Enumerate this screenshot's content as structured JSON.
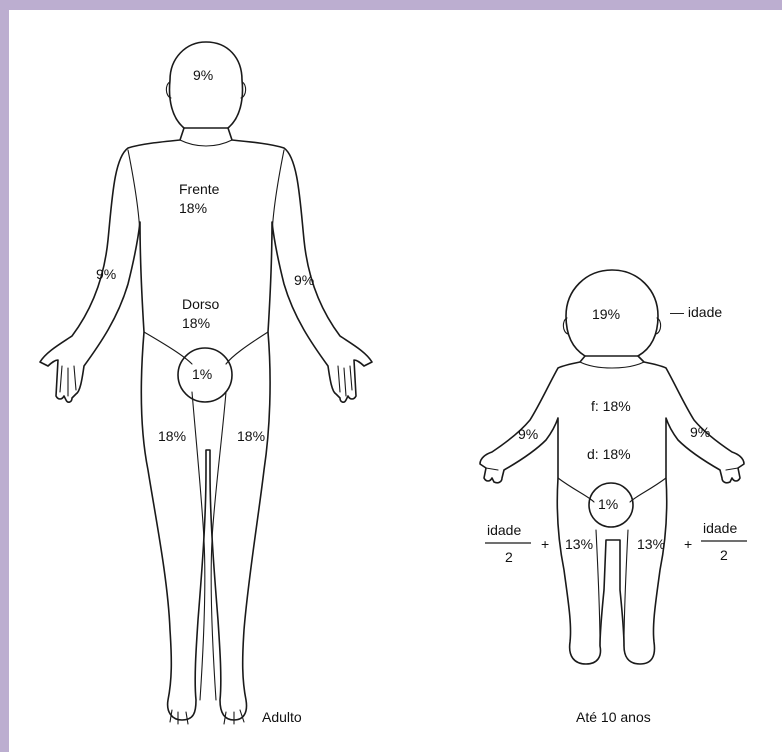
{
  "adult": {
    "head": "9%",
    "front_label": "Frente",
    "front_value": "18%",
    "back_label": "Dorso",
    "back_value": "18%",
    "arm_left": "9%",
    "arm_right": "9%",
    "genital": "1%",
    "leg_left": "18%",
    "leg_right": "18%",
    "caption": "Adulto"
  },
  "child": {
    "head": "19%",
    "head_note": "— idade",
    "front": "f: 18%",
    "back": "d: 18%",
    "arm_left": "9%",
    "arm_right": "9%",
    "genital": "1%",
    "leg_left": "13%",
    "leg_right": "13%",
    "fraction_left_num": "idade",
    "fraction_left_den": "2",
    "fraction_right_num": "idade",
    "fraction_right_den": "2",
    "plus": "+",
    "caption": "Até 10 anos"
  }
}
